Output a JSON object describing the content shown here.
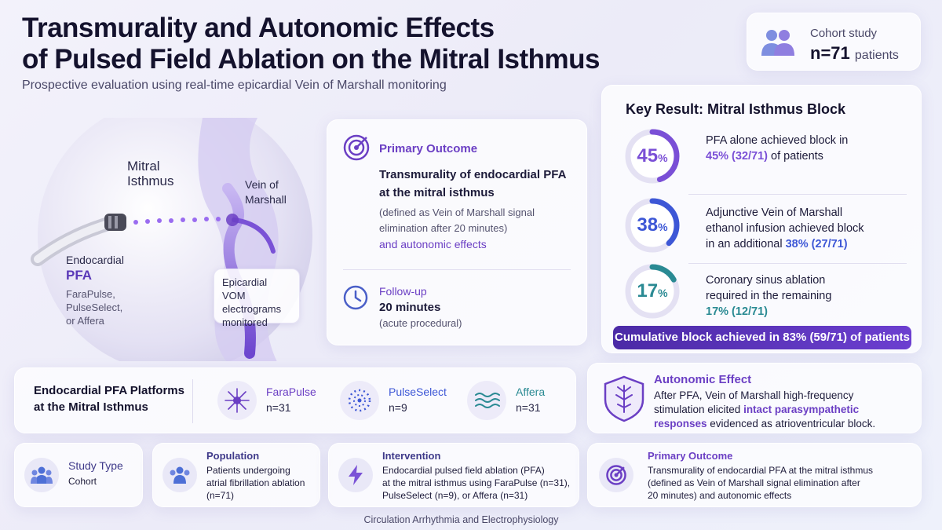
{
  "header": {
    "title_line1": "Transmurality and Autonomic Effects",
    "title_line2": "of Pulsed Field Ablation on the Mitral Isthmus",
    "subtitle": "Prospective evaluation using real-time epicardial Vein of Marshall monitoring"
  },
  "cohort": {
    "label": "Cohort study",
    "n": "n=71",
    "unit": "patients",
    "icon": "people-icon"
  },
  "illustration": {
    "mitral_line1": "Mitral",
    "mitral_line2": "Isthmus",
    "vom_line1": "Vein of",
    "vom_line2": "Marshall",
    "endo_line1": "Endocardial",
    "endo_line2": "PFA",
    "devices_line1": "FaraPulse,",
    "devices_line2": "PulseSelect,",
    "devices_line3": "or Affera",
    "vom_box_line1": "Epicardial VOM",
    "vom_box_line2": "electrograms",
    "vom_box_line3": "monitored"
  },
  "primary_outcome": {
    "heading": "Primary Outcome",
    "title_line1": "Transmurality of endocardial PFA",
    "title_line2": "at the mitral isthmus",
    "def_line1": "(defined as Vein of Marshall signal",
    "def_line2": "elimination after 20 minutes)",
    "extra": "and autonomic effects",
    "followup_label": "Follow-up",
    "followup_value": "20 minutes",
    "followup_note": "(acute procedural)"
  },
  "key_result": {
    "heading": "Key Result: Mitral Isthmus Block",
    "rows": [
      {
        "pct": "45",
        "fraction": 0.45,
        "color": "#7a4fd6",
        "line1": "PFA alone achieved block in",
        "highlight": "45% (32/71)",
        "after": " of patients"
      },
      {
        "pct": "38",
        "fraction": 0.38,
        "color": "#3d57d6",
        "line1": "Adjunctive Vein of Marshall",
        "line2": "ethanol infusion achieved block",
        "line3": "in an additional ",
        "highlight": "38% (27/71)"
      },
      {
        "pct": "17",
        "fraction": 0.17,
        "color": "#2a8a93",
        "line1": "Coronary sinus ablation",
        "line2": "required in the remaining",
        "highlight": "17% (12/71)"
      }
    ],
    "banner": "Cumulative block achieved in 83% (59/71) of patients"
  },
  "platforms": {
    "heading_line1": "Endocardial PFA Platforms",
    "heading_line2": "at the Mitral Isthmus",
    "items": [
      {
        "name": "FaraPulse",
        "n": "n=31",
        "color": "#6b3fc4",
        "icon": "starburst-icon"
      },
      {
        "name": "PulseSelect",
        "n": "n=9",
        "color": "#3d57d6",
        "icon": "dotted-ring-icon"
      },
      {
        "name": "Affera",
        "n": "n=31",
        "color": "#2a8a93",
        "icon": "waves-icon"
      }
    ]
  },
  "autonomic": {
    "heading": "Autonomic Effect",
    "line1": "After PFA, Vein of Marshall high-frequency",
    "line2_pre": "stimulation elicited ",
    "line2_hl": "intact parasympathetic",
    "line3_hl": "responses",
    "line3_post": " evidenced as atrioventricular block."
  },
  "bottom": {
    "study_type": {
      "heading": "Study Type",
      "text": "Cohort"
    },
    "population": {
      "heading": "Population",
      "line1": "Patients undergoing",
      "line2": "atrial fibrillation ablation",
      "line3": "(n=71)"
    },
    "intervention": {
      "heading": "Intervention",
      "line1": "Endocardial pulsed field ablation (PFA)",
      "line2": "at the mitral isthmus using FaraPulse (n=31),",
      "line3": "PulseSelect (n=9), or Affera (n=31)"
    },
    "outcome": {
      "heading": "Primary Outcome",
      "line1": "Transmurality of endocardial PFA at the mitral isthmus",
      "line2": "(defined as Vein of Marshall signal elimination after",
      "line3": "20 minutes) and autonomic effects"
    }
  },
  "footer": "Circulation Arrhythmia and Electrophysiology"
}
